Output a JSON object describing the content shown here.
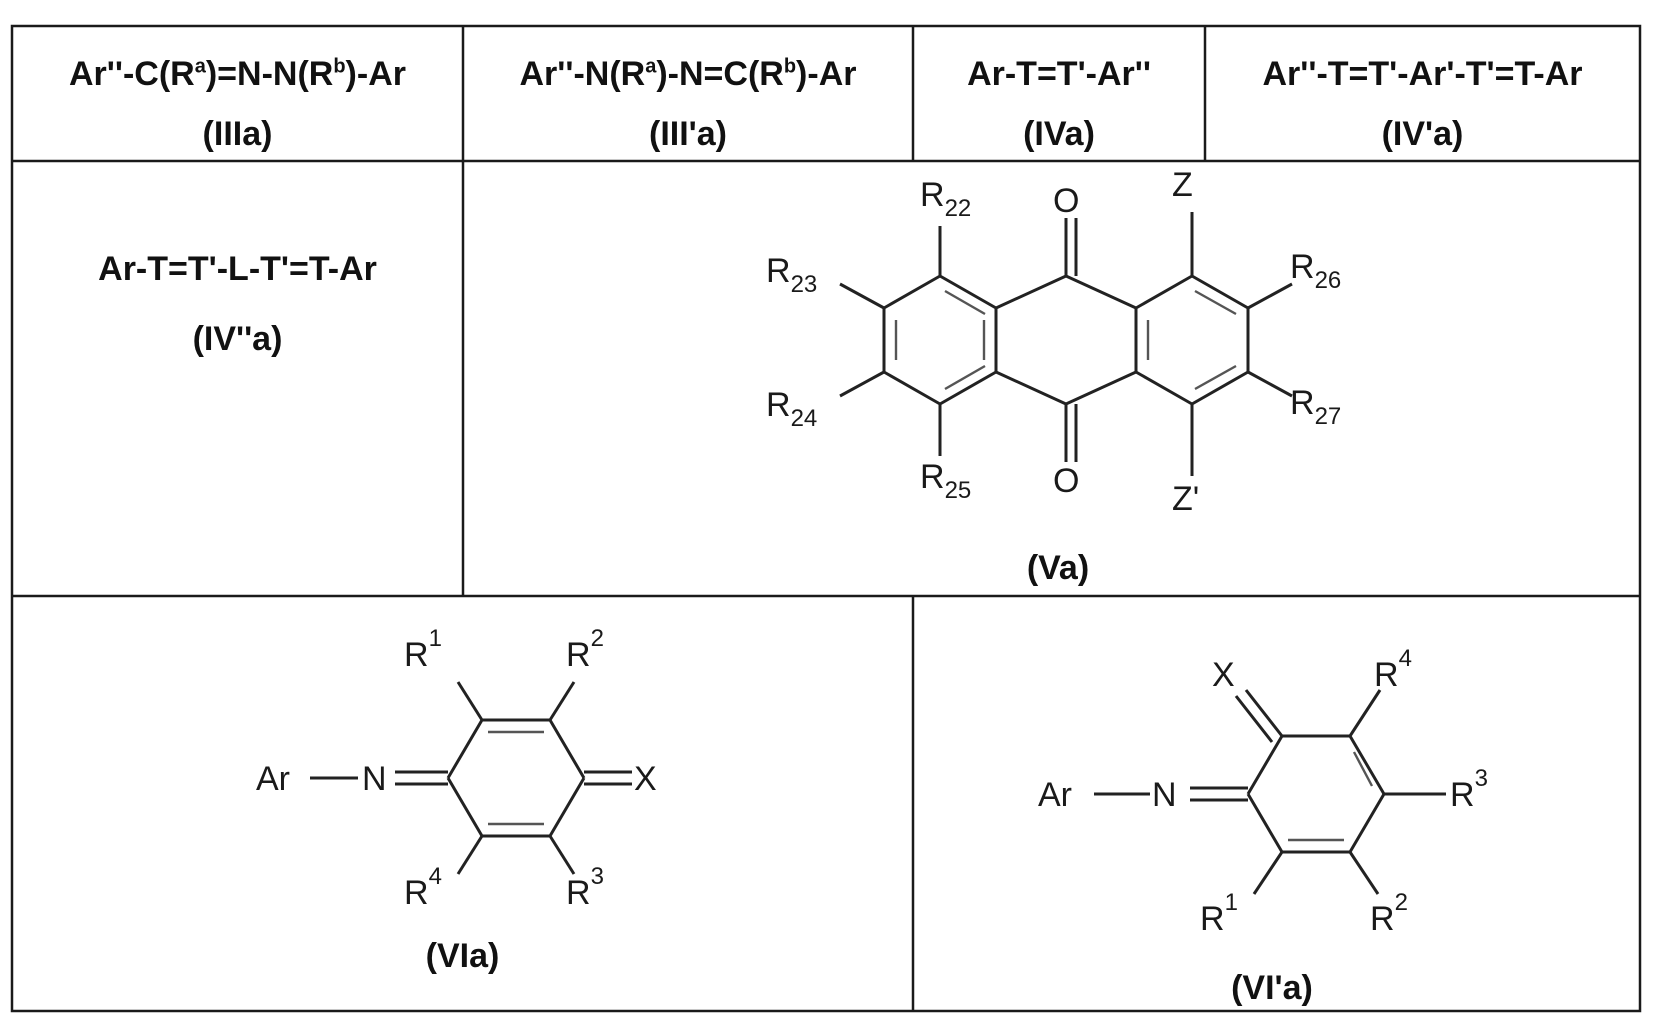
{
  "header": {
    "col1": {
      "pre": "Ar''-C(R",
      "sup1": "a",
      "mid": ")=N-N(R",
      "sup2": "b",
      "post": ")-Ar",
      "label": "(IIIa)"
    },
    "col2": {
      "pre": "Ar''-N(R",
      "sup1": "a",
      "mid": ")-N=C(R",
      "sup2": "b",
      "post": ")-Ar",
      "label": "(III'a)"
    },
    "col3": {
      "formula": "Ar-T=T'-Ar''",
      "label": "(IVa)"
    },
    "col4": {
      "formula": "Ar''-T=T'-Ar'-T'=T-Ar",
      "label": "(IV'a)"
    }
  },
  "row2": {
    "left": {
      "formula": "Ar-T=T'-L-T'=T-Ar",
      "label": "(IV''a)"
    },
    "anthraquinone": {
      "label": "(Va)",
      "atoms": {
        "o_top": "O",
        "o_bottom": "O",
        "z_top": "Z",
        "z_bottom": "Z'",
        "r_letter": "R"
      },
      "subs": {
        "r22": "22",
        "r23": "23",
        "r24": "24",
        "r25": "25",
        "r26": "26",
        "r27": "27"
      }
    }
  },
  "row3": {
    "vla": {
      "label": "(VIa)",
      "atoms": {
        "ar": "Ar",
        "n": "N",
        "x": "X",
        "r": "R"
      },
      "sups": {
        "r1": "1",
        "r2": "2",
        "r3": "3",
        "r4": "4"
      }
    },
    "vlpa": {
      "label": "(VI'a)",
      "atoms": {
        "ar": "Ar",
        "n": "N",
        "x": "X",
        "r": "R"
      },
      "sups": {
        "r1": "1",
        "r2": "2",
        "r3": "3",
        "r4": "4"
      }
    }
  },
  "colors": {
    "grid": "#1a1a1a",
    "text": "#111111",
    "bond": "#222222"
  }
}
